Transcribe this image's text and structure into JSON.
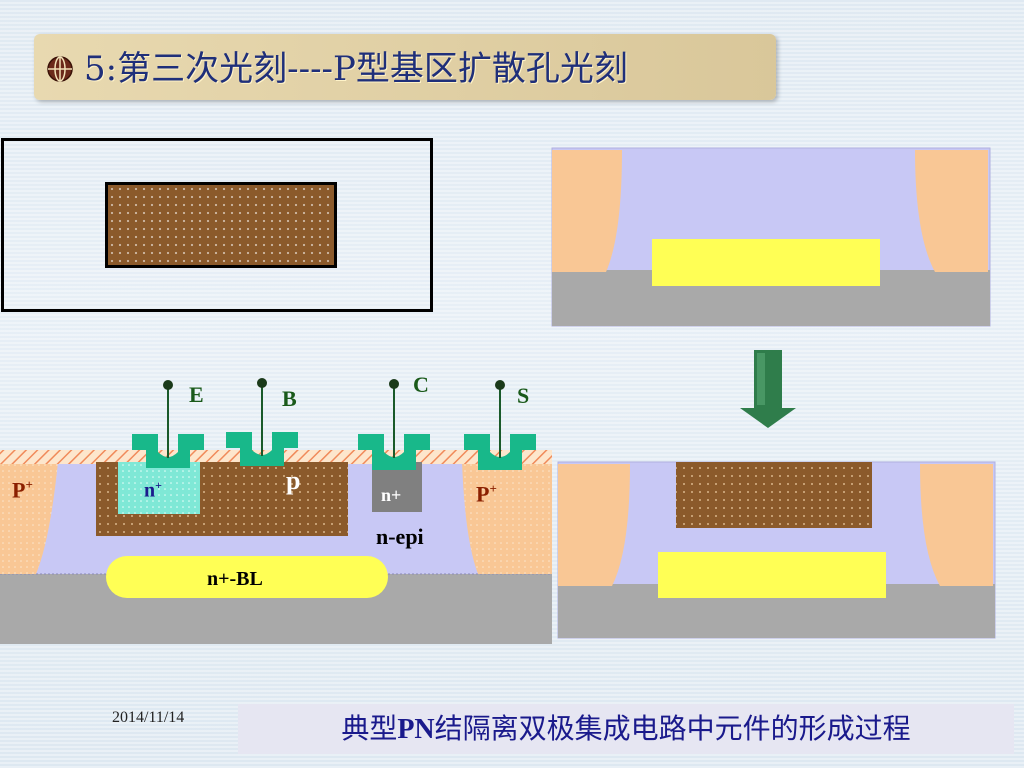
{
  "title": {
    "prefix": "5:第三次光刻----P型基区扩散孔光刻"
  },
  "cross_section": {
    "p_plus_left": "P",
    "p_plus_right": "P",
    "plus_sup": "+",
    "n_plus_emitter": "n",
    "p_base": "p",
    "n_plus_collector": "n+",
    "n_epi": "n-epi",
    "buried_layer": "n+-BL",
    "terminal_e": "E",
    "terminal_b": "B",
    "terminal_c": "C",
    "terminal_s": "S"
  },
  "footer": {
    "date": "2014/11/14",
    "caption_pre": "典型",
    "caption_bold": "PN",
    "caption_post": "结隔离双极集成电路中元件的形成过程"
  },
  "colors": {
    "substrate": "#a9a9a9",
    "epi": "#c8c8f5",
    "isolation": "#f9c795",
    "buried": "#ffff55",
    "base": "#8b5a2b",
    "metal": "#18b88a",
    "arrow": "#2f7d4b"
  }
}
